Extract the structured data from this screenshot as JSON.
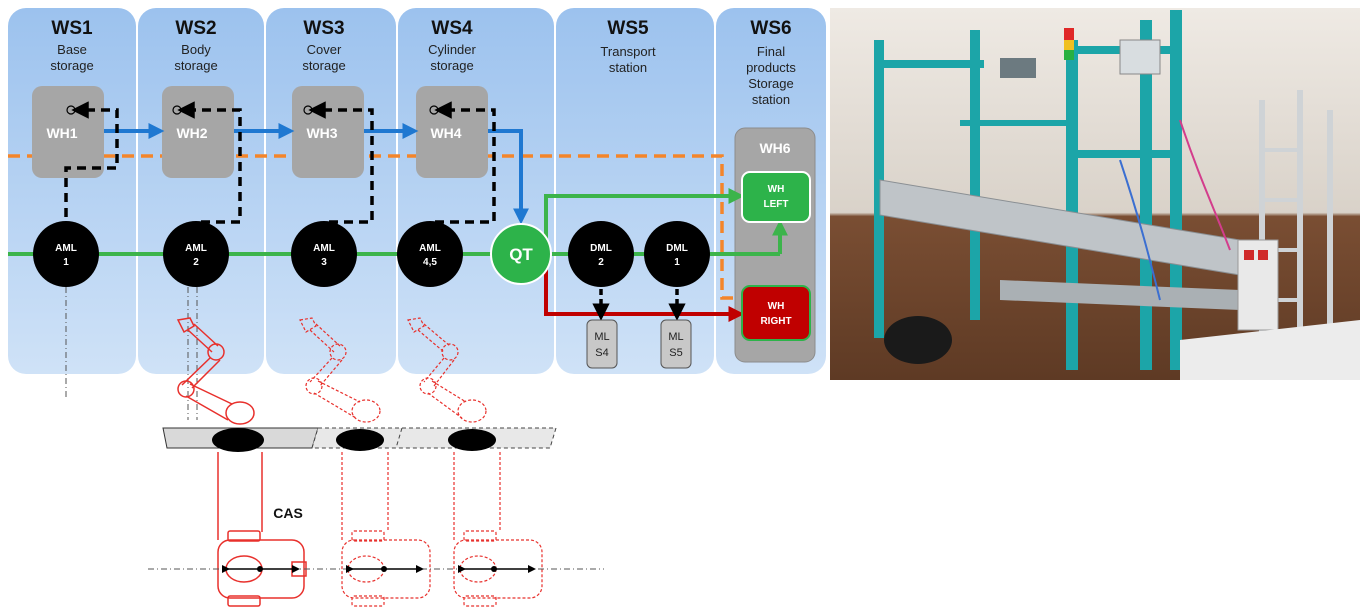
{
  "workstations": [
    {
      "id": "WS1",
      "title": "WS1",
      "subtitle": [
        "Base",
        "storage"
      ],
      "warehouse": "WH1"
    },
    {
      "id": "WS2",
      "title": "WS2",
      "subtitle": [
        "Body",
        "storage"
      ],
      "warehouse": "WH2"
    },
    {
      "id": "WS3",
      "title": "WS3",
      "subtitle": [
        "Cover",
        "storage"
      ],
      "warehouse": "WH3"
    },
    {
      "id": "WS4",
      "title": "WS4",
      "subtitle": [
        "Cylinder",
        "storage"
      ],
      "warehouse": "WH4"
    },
    {
      "id": "WS5",
      "title": "WS5",
      "subtitle": [
        "Transport",
        "station"
      ]
    },
    {
      "id": "WS6",
      "title": "WS6",
      "subtitle": [
        "Final",
        "products",
        "Storage",
        "station"
      ],
      "warehouse": "WH6"
    }
  ],
  "nodes": {
    "aml1": [
      "AML",
      "1"
    ],
    "aml2": [
      "AML",
      "2"
    ],
    "aml3": [
      "AML",
      "3"
    ],
    "aml45": [
      "AML",
      "4,5"
    ],
    "qt": "QT",
    "dml2": [
      "DML",
      "2"
    ],
    "dml1": [
      "DML",
      "1"
    ]
  },
  "ml_boxes": {
    "ml_s4": [
      "ML",
      "S4"
    ],
    "ml_s5": [
      "ML",
      "S5"
    ]
  },
  "wh_left": [
    "WH",
    "LEFT"
  ],
  "wh_right": [
    "WH",
    "RIGHT"
  ],
  "cas_label": "CAS",
  "colors": {
    "panel_blue": "#a9c9ec",
    "warehouse_gray": "#a6a6a6",
    "flow_blue": "#1f78d1",
    "line_green": "#3cb44b",
    "flow_red": "#c00000",
    "dashed_orange": "#f4852a",
    "robot_red": "#e8302c",
    "wh_left_green": "#2db34a",
    "wh_right_red": "#c00000"
  }
}
